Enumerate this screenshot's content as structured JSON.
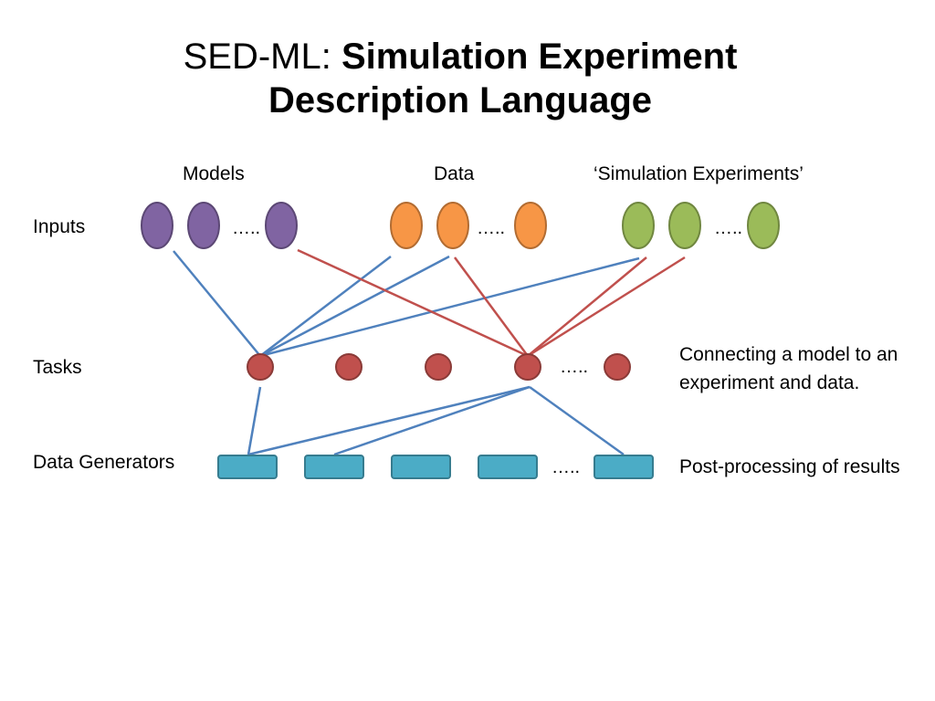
{
  "title": {
    "prefix": "SED-ML: ",
    "line1_bold": "Simulation Experiment",
    "line2_bold": "Description Language"
  },
  "columns": {
    "models": "Models",
    "data": "Data",
    "experiments": "‘Simulation Experiments’"
  },
  "rows": {
    "inputs": "Inputs",
    "tasks": "Tasks",
    "data_generators": "Data Generators"
  },
  "ellipsis": "…..",
  "descriptions": {
    "tasks": "Connecting a model to an experiment and data.",
    "data_generators": "Post-processing of results"
  },
  "colors": {
    "models": "#8064a2",
    "data": "#f79646",
    "experiments": "#9bbb59",
    "tasks": "#c0504d",
    "data_generators": "#4bacc6",
    "blue_link": "#4f81bd",
    "red_link": "#c0504d"
  }
}
